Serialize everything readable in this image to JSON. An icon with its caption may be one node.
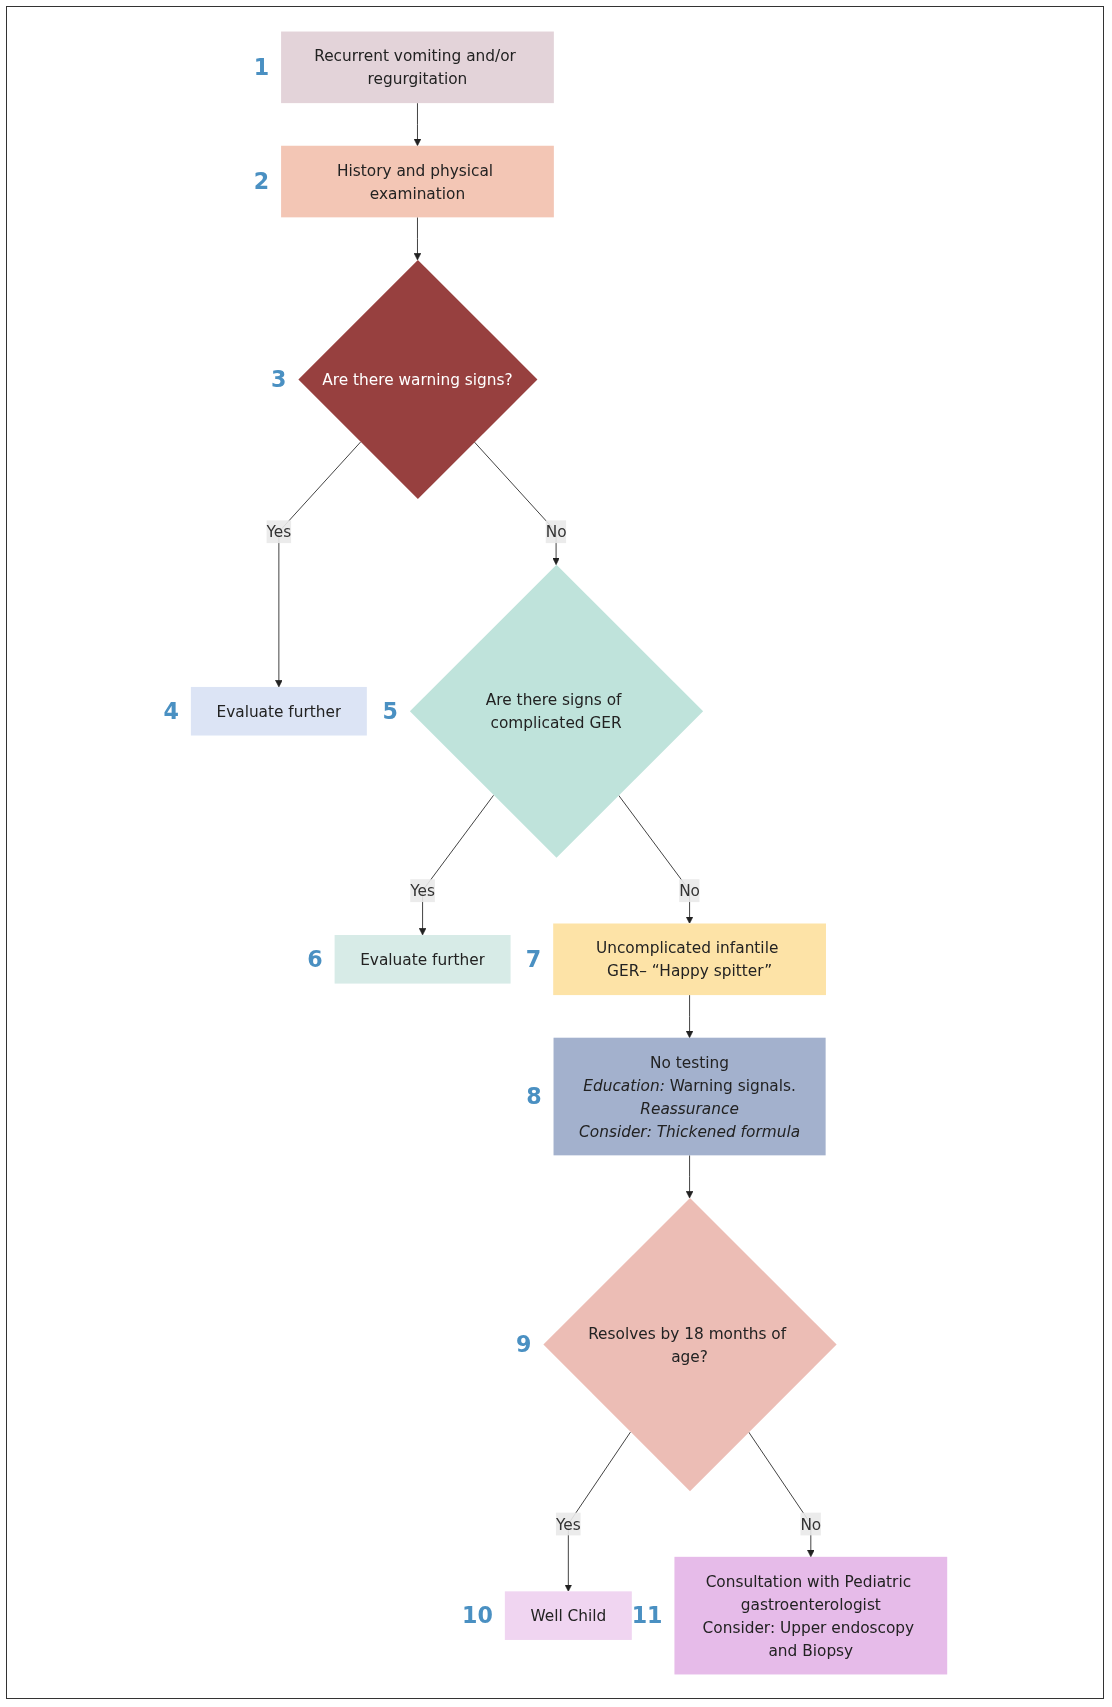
{
  "diagram": {
    "nodes": [
      {
        "text": [
          "Recurrent vomiting and/or regurgitation"
        ],
        "beside": [
          "1"
        ]
      },
      {
        "text": [
          "History and physical examination"
        ],
        "beside": [
          "2"
        ]
      },
      {
        "text": [
          "Are there warning signs?"
        ],
        "beside": [
          "3"
        ]
      },
      {
        "text": [
          "Evaluate further"
        ],
        "beside": [
          "4"
        ]
      },
      {
        "text": [
          "Are there signs of complicated GER"
        ],
        "beside": [
          "5"
        ]
      },
      {
        "text": [
          "Evaluate further"
        ],
        "beside": [
          "6"
        ]
      },
      {
        "text": [
          "Uncomplicated infantile GER– “Happy spitter”"
        ],
        "beside": [
          "7"
        ]
      },
      {
        "text": [
          "No testing",
          "*Education:* Warning signals.",
          "*Reassurance*",
          "*Consider: Thickened formula*"
        ],
        "beside": [
          "8"
        ]
      },
      {
        "text": [
          "Resolves by 18 months of age?"
        ],
        "beside": [
          "9"
        ]
      },
      {
        "text": [
          "Well Child"
        ],
        "beside": [
          "10"
        ]
      },
      {
        "text": [
          "Consultation with Pediatric gastroenterologist",
          "Consider: Upper endoscopy and Biopsy"
        ],
        "beside": [
          "11"
        ]
      }
    ],
    "edges": [
      {
        "from": 0,
        "to": 1,
        "arrow": "to"
      },
      {
        "from": 1,
        "to": 2,
        "arrow": "to"
      },
      {
        "from": 2,
        "to": 3,
        "arrow": "to",
        "label": "Yes"
      },
      {
        "from": 2,
        "to": 4,
        "arrow": "to",
        "label": "No"
      },
      {
        "from": 4,
        "to": 5,
        "arrow": "to",
        "label": "Yes"
      },
      {
        "from": 4,
        "to": 6,
        "arrow": "to",
        "label": "No"
      },
      {
        "from": 6,
        "to": 7,
        "arrow": "to"
      },
      {
        "from": 7,
        "to": 8,
        "arrow": "to"
      },
      {
        "from": 8,
        "to": 9,
        "arrow": "to",
        "label": "Yes"
      },
      {
        "from": 8,
        "to": 10,
        "arrow": "to",
        "label": "No"
      }
    ]
  }
}
